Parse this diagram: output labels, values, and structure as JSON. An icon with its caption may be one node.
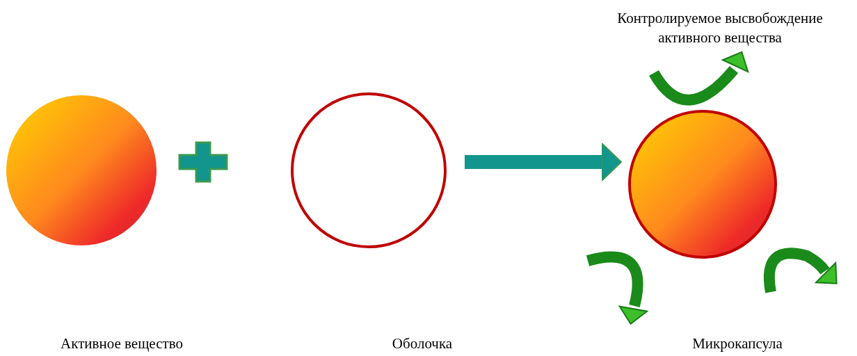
{
  "diagram": {
    "nodes": [
      {
        "text": [],
        "shape": "circle"
      },
      {
        "text": [],
        "shape": "circle"
      },
      {
        "text": [],
        "shape": "circle"
      }
    ],
    "edges": [
      {
        "from": 1,
        "to": 2,
        "arrow": "to",
        "color": "#12958c"
      }
    ],
    "labels": [
      "Контролируемое высвобождение активного вещества",
      "Активное вещество",
      "Оболочка",
      "Микрокапсула"
    ]
  }
}
